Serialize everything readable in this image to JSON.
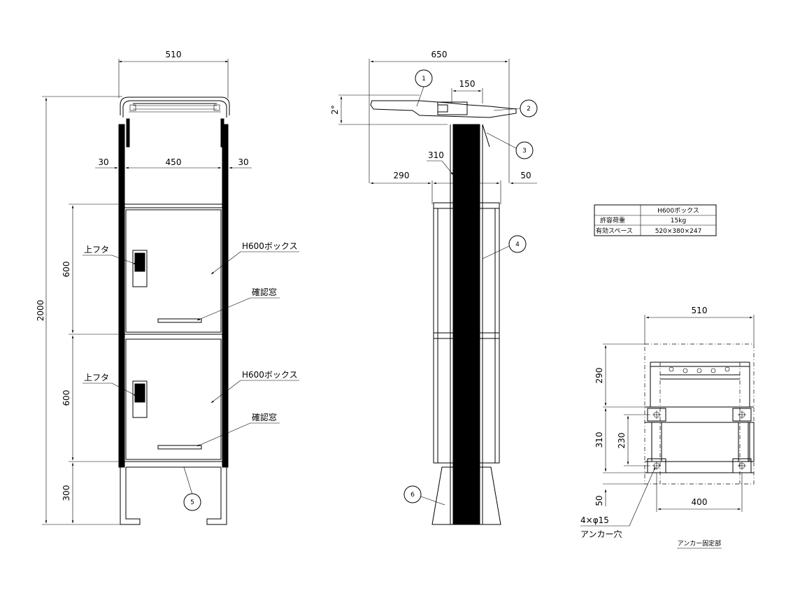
{
  "front_view": {
    "dim_width": "510",
    "dim_height": "2000",
    "dim_left_wall": "30",
    "dim_inner": "450",
    "dim_right_wall": "30",
    "dim_box_upper": "600",
    "dim_box_lower": "600",
    "dim_leg": "300",
    "lid_label_upper": "上フタ",
    "lid_label_lower": "上フタ",
    "box_label_upper": "H600ボックス",
    "box_label_lower": "H600ボックス",
    "window_label_upper": "確認窓",
    "window_label_lower": "確認窓",
    "callout_5": "5"
  },
  "side_view": {
    "dim_roof_width": "650",
    "dim_150": "150",
    "dim_angle": "2°",
    "dim_310": "310",
    "dim_290": "290",
    "dim_50": "50",
    "callout_1": "1",
    "callout_2": "2",
    "callout_3": "3",
    "callout_4": "4",
    "callout_6": "6"
  },
  "spec_table": {
    "header": "H600ボックス",
    "rows": [
      {
        "label": "許容荷重",
        "value": "15kg"
      },
      {
        "label": "有効スペース",
        "value": "520×380×247"
      }
    ]
  },
  "anchor_view": {
    "dim_width": "510",
    "dim_290": "290",
    "dim_310": "310",
    "dim_230": "230",
    "dim_50": "50",
    "dim_400": "400",
    "hole_spec": "4×φ15",
    "hole_label": "アンカー穴",
    "title": "アンカー固定部"
  }
}
